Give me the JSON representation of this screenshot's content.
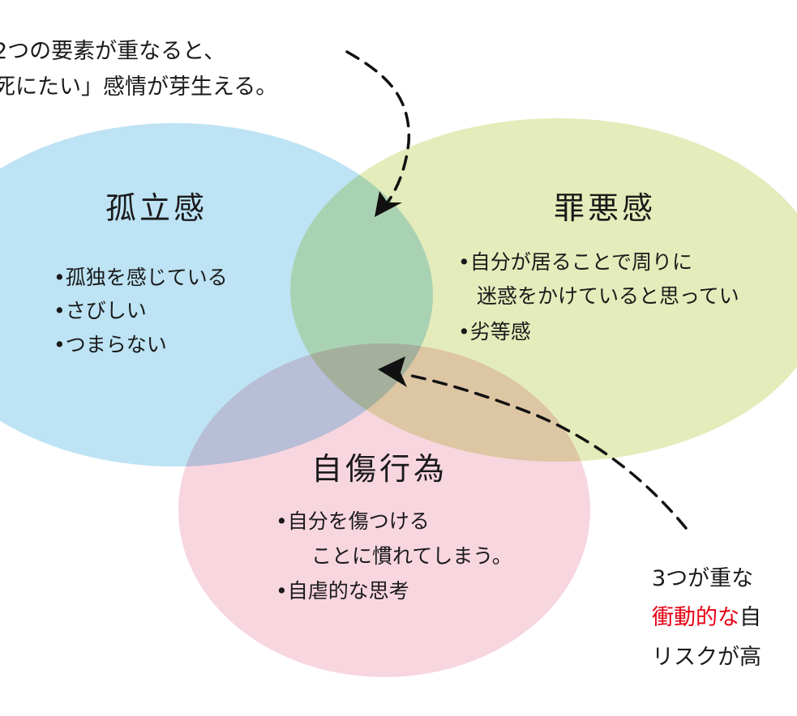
{
  "colors": {
    "isolation": "#bde3f4",
    "guilt": "#e4ecbb",
    "selfharm": "#f8d6df",
    "text": "#1a1a1a",
    "accent_red": "#e60012"
  },
  "top_note": {
    "line1": "2つの要素が重なると、",
    "line2": "死にたい」感情が芽生える。"
  },
  "isolation": {
    "title": "孤立感",
    "items": [
      "•孤独を感じている",
      "•さびしい",
      "•つまらない"
    ]
  },
  "guilt": {
    "title": "罪悪感",
    "items": [
      "•自分が居ることで周りに",
      "迷惑をかけていると思ってい",
      "•劣等感"
    ]
  },
  "selfharm": {
    "title": "自傷行為",
    "items": [
      "•自分を傷つける",
      "ことに慣れてしまう。",
      "•自虐的な思考"
    ]
  },
  "bottom_note": {
    "line1": "3つが重な",
    "line2_red": "衝動的な",
    "line2_rest": "自",
    "line3": "リスクが高"
  }
}
